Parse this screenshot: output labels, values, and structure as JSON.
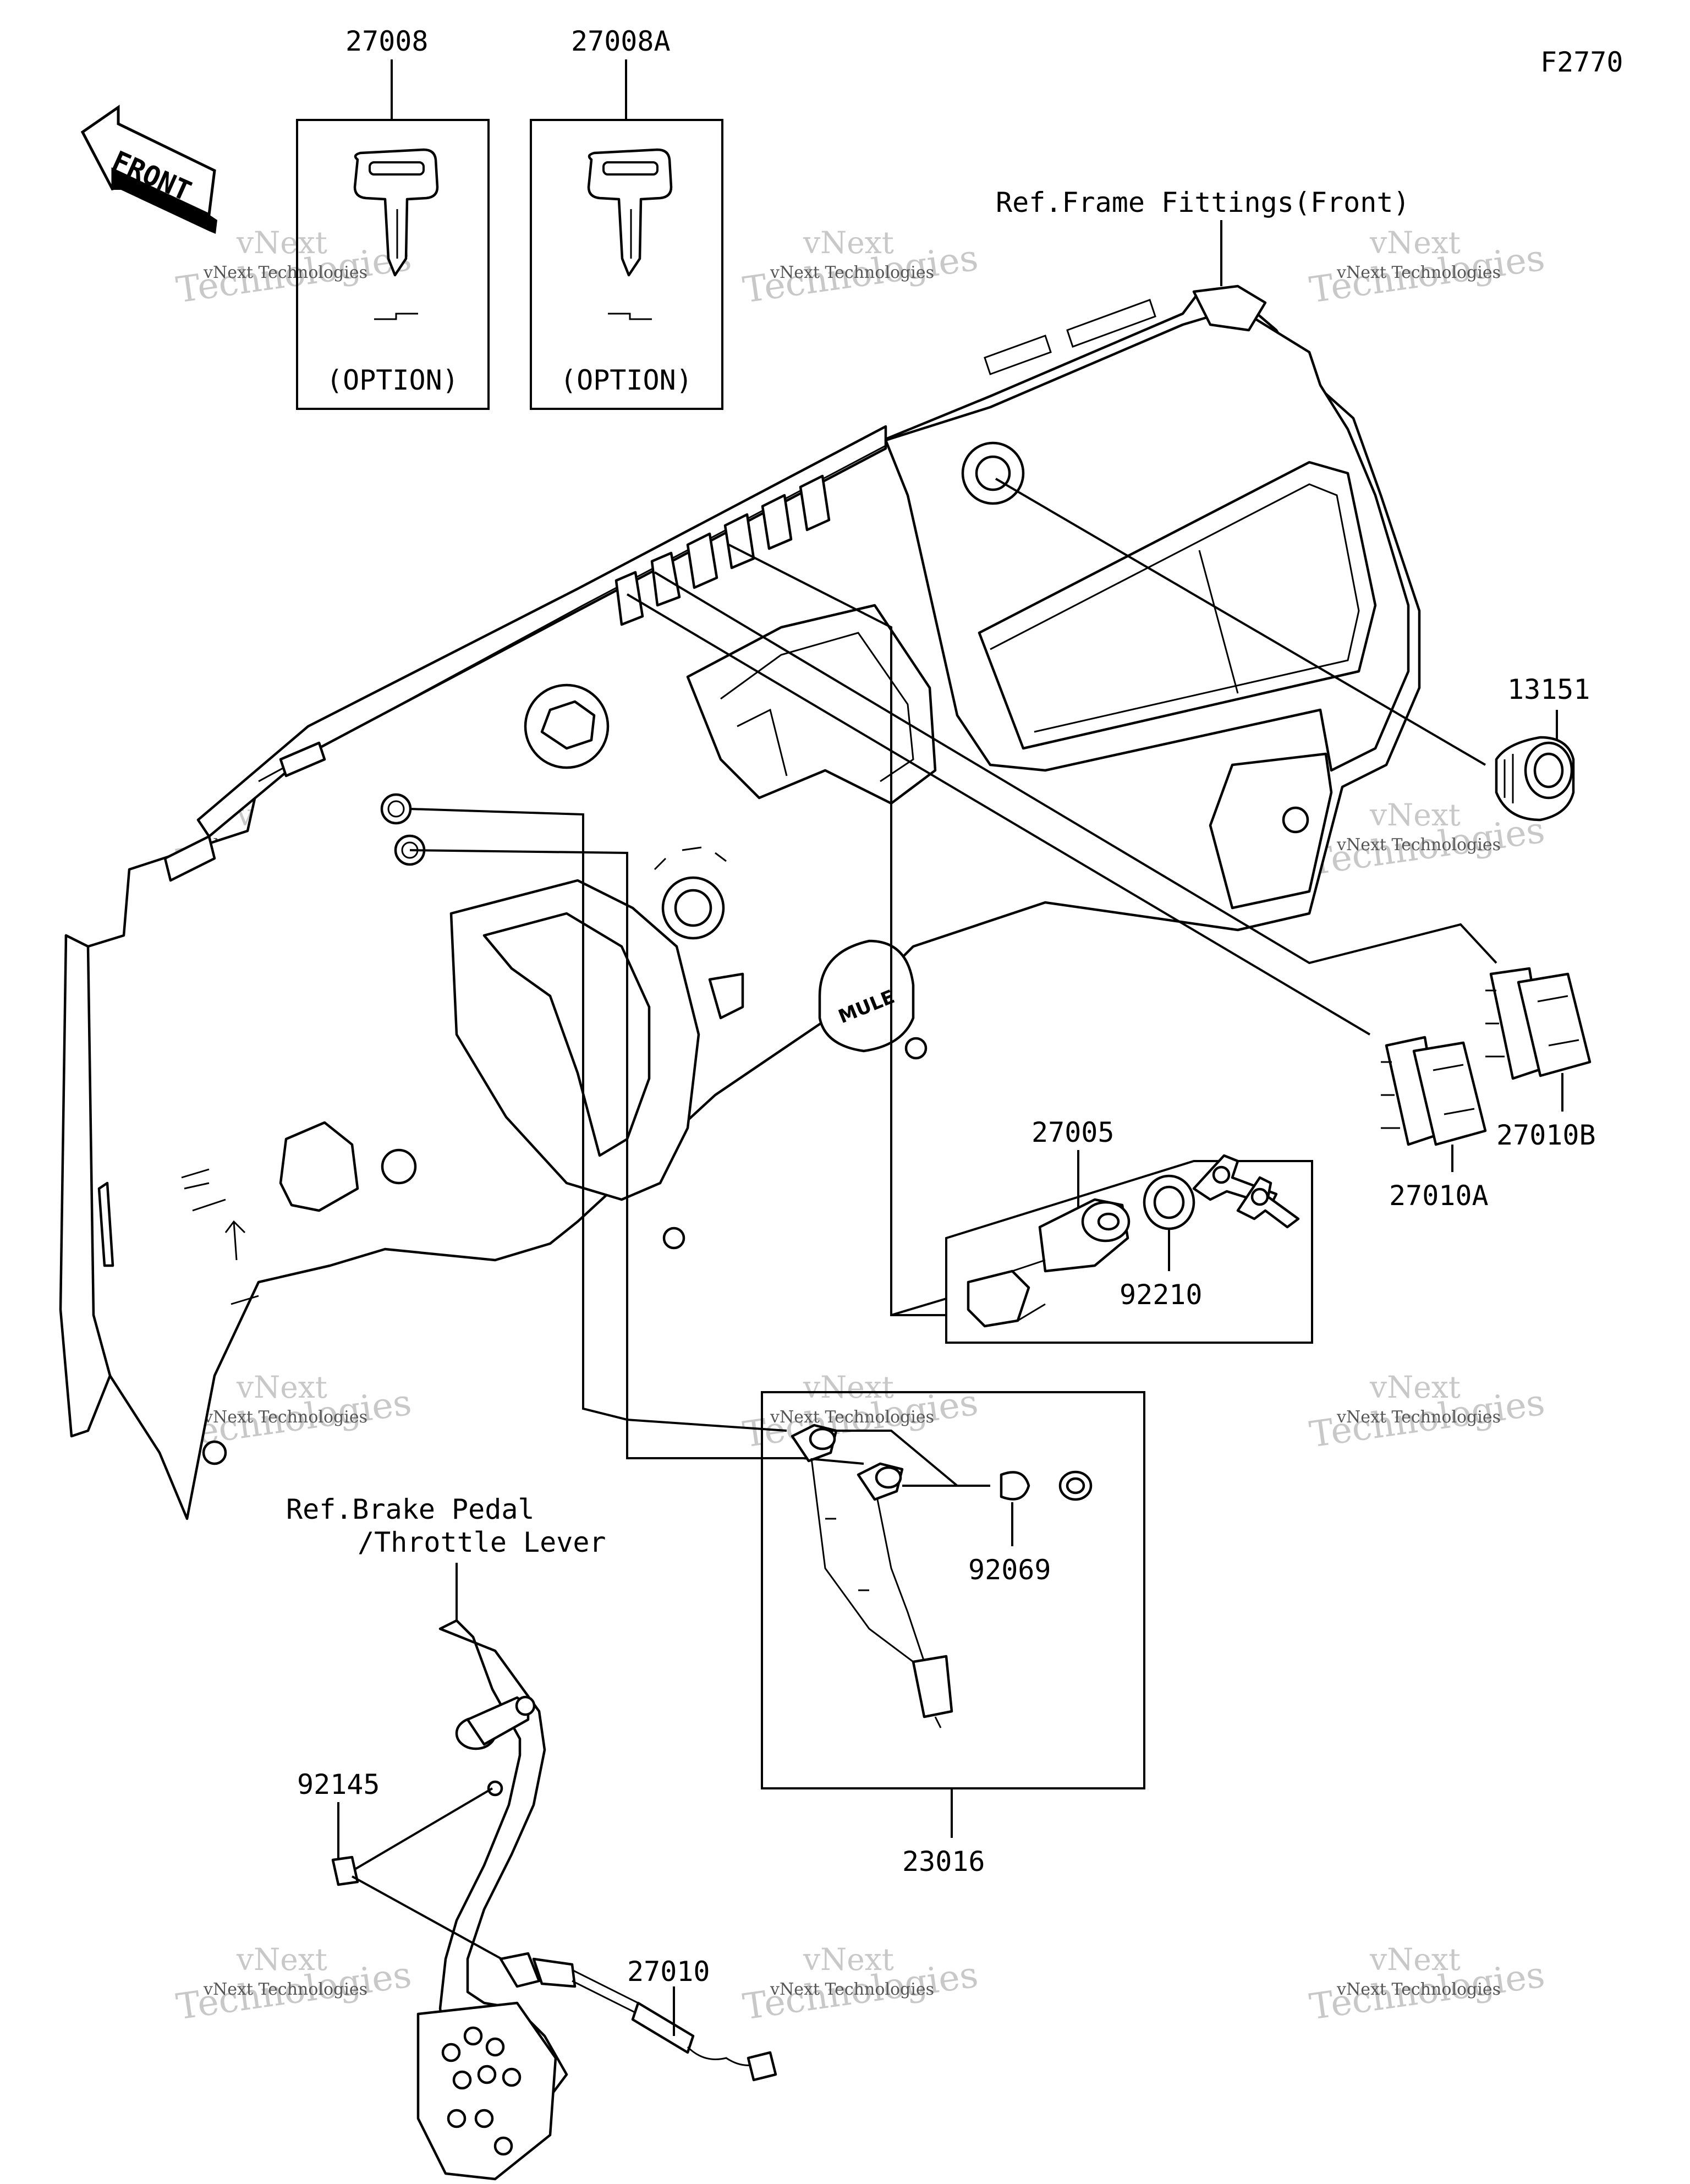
{
  "figure_code": "F2770",
  "direction": {
    "label": "FRONT",
    "icon": "front-arrow-icon"
  },
  "option_boxes": [
    {
      "part_no": "27008",
      "note": "(OPTION)"
    },
    {
      "part_no": "27008A",
      "note": "(OPTION)"
    }
  ],
  "references": {
    "frame": "Ref.Frame Fittings(Front)",
    "brake_line1": "Ref.Brake Pedal",
    "brake_line2": "/Throttle Lever"
  },
  "callouts": {
    "p13151": "13151",
    "p27010B": "27010B",
    "p27010A": "27010A",
    "p27005": "27005",
    "p92210": "92210",
    "p92069": "92069",
    "p23016": "23016",
    "p92145": "92145",
    "p27010": "27010"
  },
  "dashboard_marks": {
    "logo": "MULE"
  },
  "watermark": {
    "line1": "vNext",
    "line2": "Technologies",
    "small": "vNext Technologies"
  }
}
